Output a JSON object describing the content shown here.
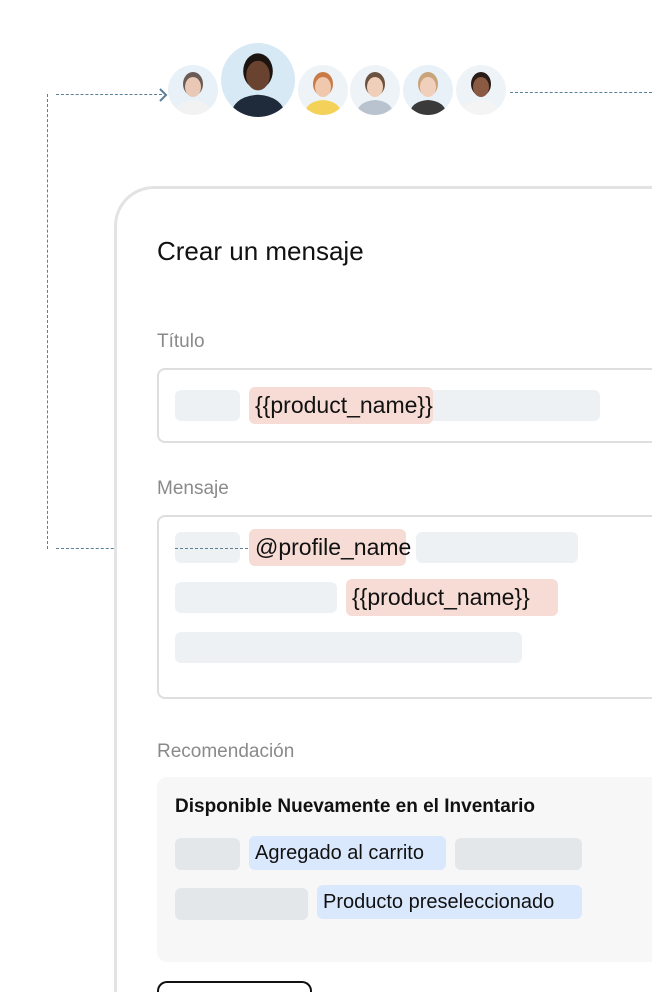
{
  "avatars": [
    {
      "name": "avatar-woman-1",
      "bg": "#e8f1f8",
      "skin": "#e9c9b6",
      "hair": "#6b5a55",
      "shirt": "#f2f2f2"
    },
    {
      "name": "avatar-man-featured",
      "bg": "#d6e9f5",
      "skin": "#6a4330",
      "hair": "#1c1410",
      "shirt": "#1f2a3a"
    },
    {
      "name": "avatar-woman-2",
      "bg": "#eef3f8",
      "skin": "#f0c8ae",
      "hair": "#c97a45",
      "shirt": "#f4d25a"
    },
    {
      "name": "avatar-man-2",
      "bg": "#eef3f8",
      "skin": "#efcfb8",
      "hair": "#6a5240",
      "shirt": "#b9c3cf"
    },
    {
      "name": "avatar-woman-3",
      "bg": "#e8f1f8",
      "skin": "#f1d0bb",
      "hair": "#c9a37a",
      "shirt": "#3a3a3a"
    },
    {
      "name": "avatar-man-3",
      "bg": "#eef3f8",
      "skin": "#8a5a42",
      "hair": "#2a1d18",
      "shirt": "#f4f4f4"
    }
  ],
  "form": {
    "title": "Crear un mensaje",
    "title_label": "Título",
    "title_token": "{{product_name}}",
    "message_label": "Mensaje",
    "message_mention": "@profile_name",
    "message_token": "{{product_name}}",
    "recommendation_label": "Recomendación",
    "recommendation": {
      "heading": "Disponible Nuevamente en el Inventario",
      "chips": [
        "Agregado al carrito",
        "Producto preseleccionado"
      ]
    }
  },
  "colors": {
    "connector": "#5b7f99",
    "token": "#f6dcd4",
    "chip": "#d9e8fc"
  }
}
